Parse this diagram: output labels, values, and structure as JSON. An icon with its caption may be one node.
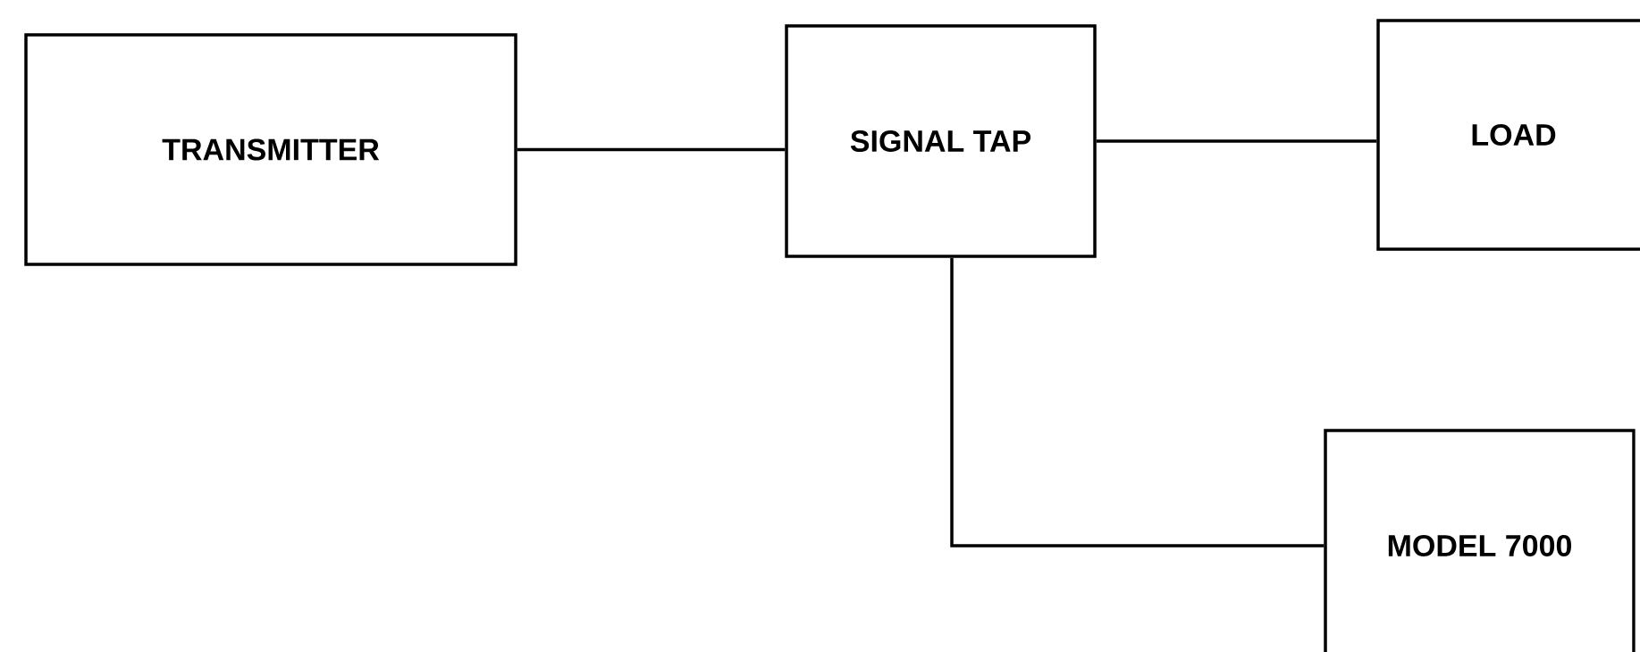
{
  "diagram": {
    "nodes": [
      {
        "text": [
          "TRANSMITTER"
        ]
      },
      {
        "text": [
          "SIGNAL TAP"
        ]
      },
      {
        "text": [
          "LOAD"
        ]
      },
      {
        "text": [
          "MODEL 7000"
        ]
      }
    ],
    "edges": [
      {
        "from": 0,
        "to": 1,
        "arrow": "none"
      },
      {
        "from": 1,
        "to": 2,
        "arrow": "none"
      },
      {
        "from": 1,
        "to": 3,
        "arrow": "none"
      }
    ]
  }
}
